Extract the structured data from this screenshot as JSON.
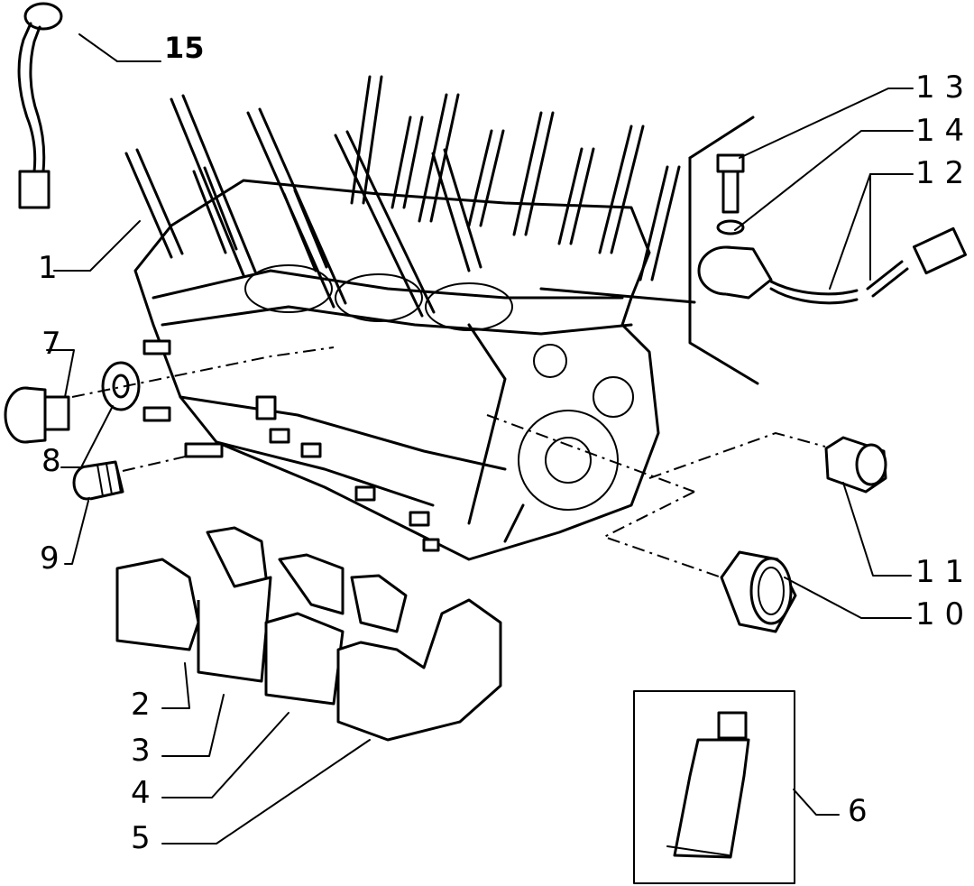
{
  "callouts": {
    "c1": "1",
    "c2": "2",
    "c3": "3",
    "c4": "4",
    "c5": "5",
    "c6": "6",
    "c7": "7",
    "c8": "8",
    "c9": "9",
    "c10": "1 0",
    "c11": "1 1",
    "c12": "1 2",
    "c13": "1 3",
    "c14": "1 4",
    "c15": "15"
  }
}
